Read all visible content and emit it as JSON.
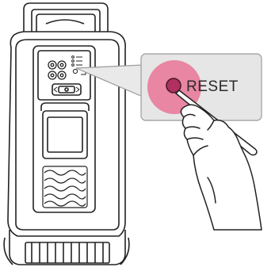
{
  "figure": {
    "callout": {
      "button_label": "RESET"
    },
    "colors": {
      "highlight": "#e86a8f",
      "outline": "#222222",
      "panel": "#e6e6e6",
      "button": "#b03060"
    },
    "icons": [
      "speaker-unit",
      "rear-panel",
      "reset-button",
      "hand-with-pin"
    ]
  }
}
